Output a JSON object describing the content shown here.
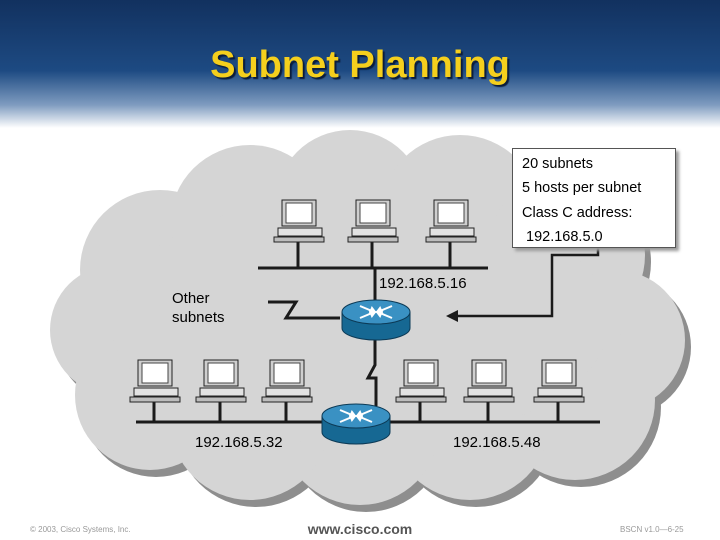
{
  "title": "Subnet Planning",
  "info_box": {
    "line1": "20 subnets",
    "line2": "5 hosts per subnet",
    "line3": "Class C address:",
    "line4": "192.168.5.0"
  },
  "labels": {
    "other_subnets_1": "Other",
    "other_subnets_2": "subnets",
    "subnet_16": "192.168.5.16",
    "subnet_32": "192.168.5.32",
    "subnet_48": "192.168.5.48"
  },
  "footer": {
    "copyright": "© 2003, Cisco Systems, Inc.",
    "url": "www.cisco.com",
    "course": "BSCN v1.0—6-25"
  },
  "colors": {
    "title": "#f5cf1d",
    "header_dark": "#12315f",
    "cloud": "#d5d5d5",
    "router": "#1b6e9b",
    "line": "#1a1a1a"
  },
  "icons": {
    "router": "router-icon",
    "workstation": "workstation-icon"
  }
}
